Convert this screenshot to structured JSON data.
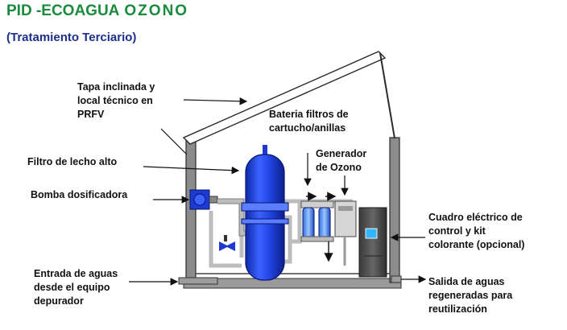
{
  "header": {
    "title": "PID -ECOAGUA",
    "title_suffix": "OZONO",
    "subtitle": "(Tratamiento Terciario)"
  },
  "labels": {
    "roof": "Tapa inclinada y\nlocal técnico en\nPRFV",
    "filter_bank": "Bateria filtros de\ncartucho/anillas",
    "ozone_generator": "Generador\nde Ozono",
    "high_bed_filter": "Filtro de lecho alto",
    "dosing_pump": "Bomba dosificadora",
    "control_panel": "Cuadro eléctrico de\ncontrol y  kit\ncolorante (opcional)",
    "water_inlet": "Entrada de aguas\ndesde el equipo\ndepurador",
    "water_outlet": "Salida de aguas\nregeneradas para\nreutilización"
  },
  "colors": {
    "title": "#1a8a3c",
    "subtitle": "#1d2f8a",
    "tank_blue": "#1f3fd6",
    "wall_gray": "#8c8c8c",
    "frame_dark": "#2a2a2a"
  }
}
